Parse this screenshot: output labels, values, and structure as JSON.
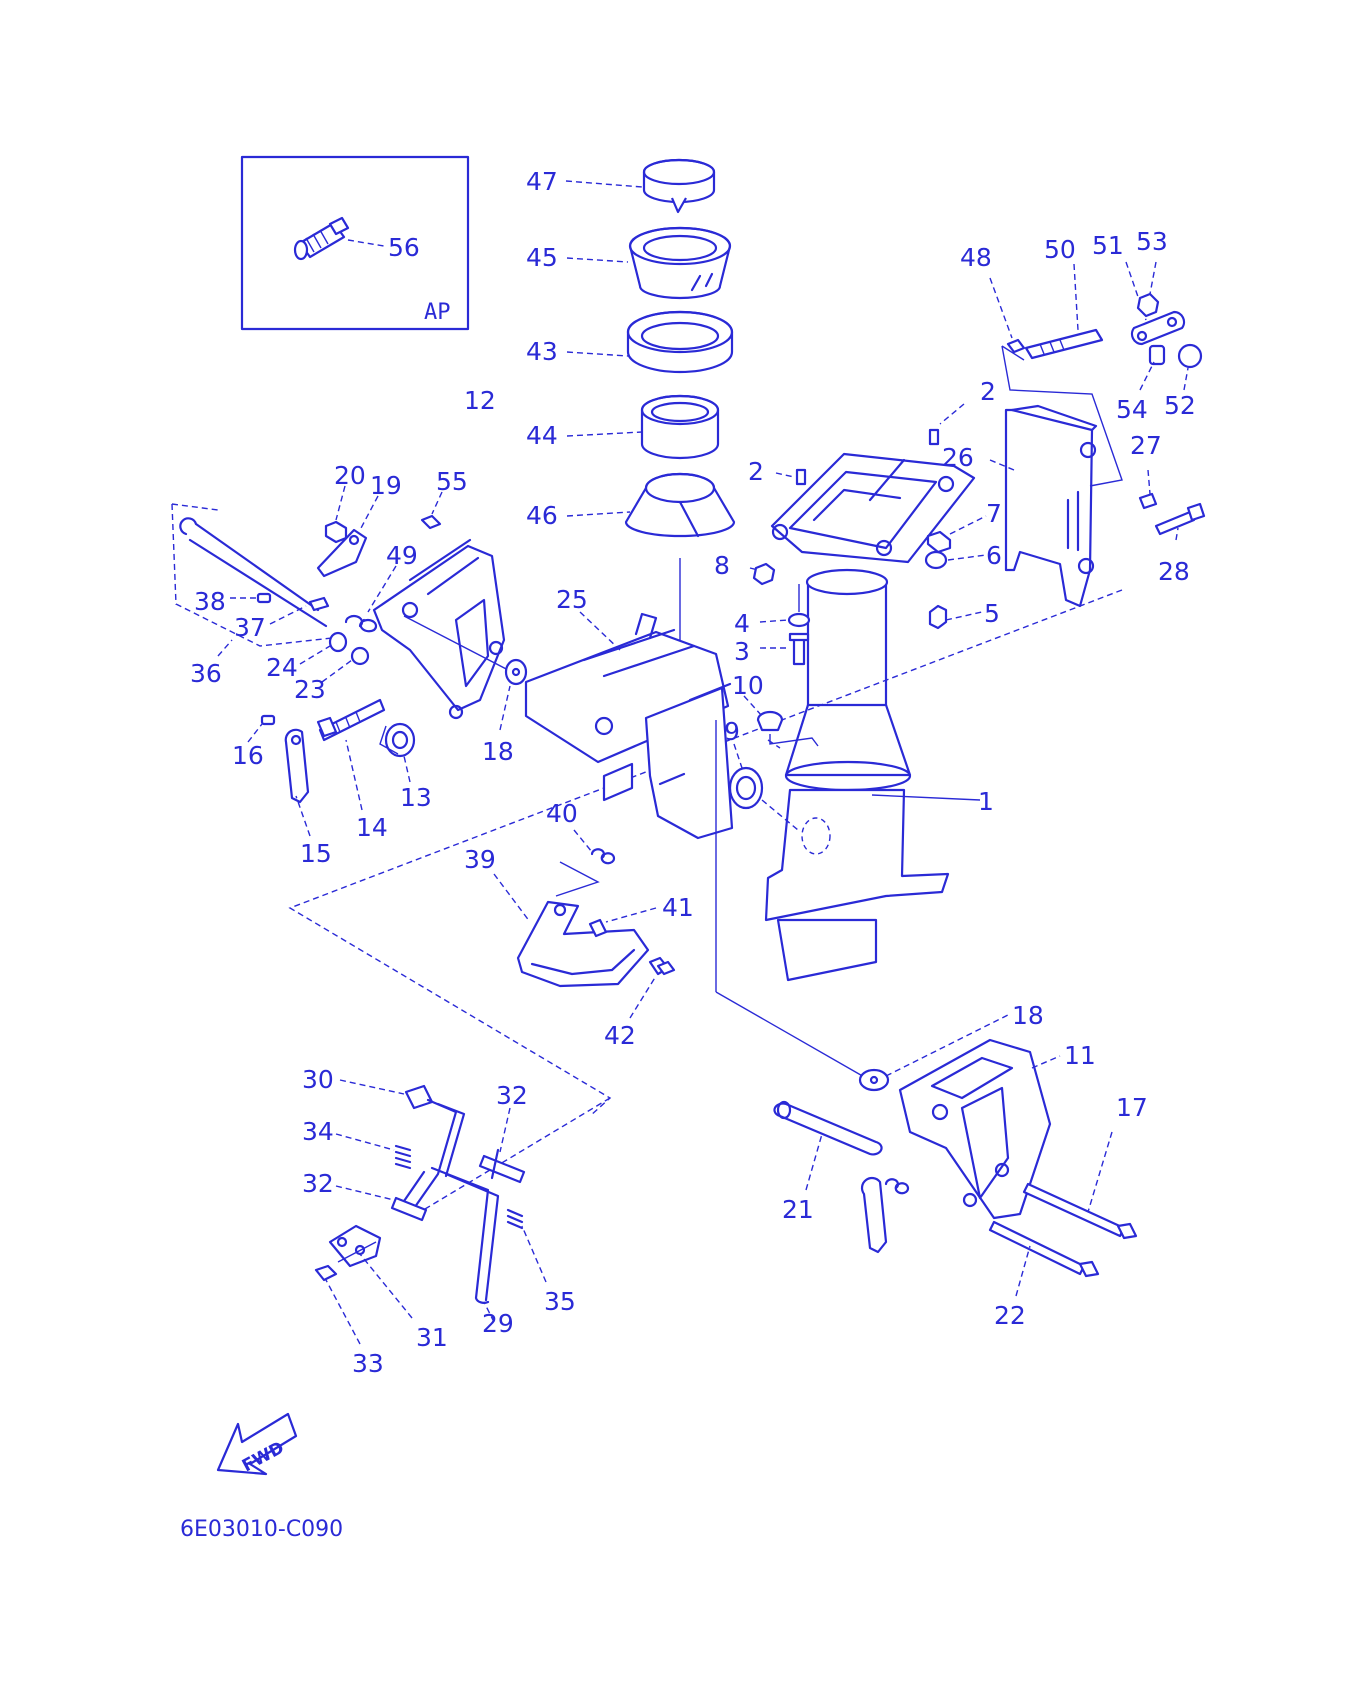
{
  "diagram": {
    "code": "6E03010-C090",
    "inset_tag": "AP",
    "fwd_label": "FWD",
    "accent_color": "#2a2ad6",
    "callouts": [
      {
        "id": "c47",
        "text": "47"
      },
      {
        "id": "c45",
        "text": "45"
      },
      {
        "id": "c43",
        "text": "43"
      },
      {
        "id": "c44",
        "text": "44"
      },
      {
        "id": "c46",
        "text": "46"
      },
      {
        "id": "c56",
        "text": "56"
      },
      {
        "id": "c12",
        "text": "12"
      },
      {
        "id": "c48",
        "text": "48"
      },
      {
        "id": "c50",
        "text": "50"
      },
      {
        "id": "c51",
        "text": "51"
      },
      {
        "id": "c53",
        "text": "53"
      },
      {
        "id": "c54",
        "text": "54"
      },
      {
        "id": "c52",
        "text": "52"
      },
      {
        "id": "c2a",
        "text": "2"
      },
      {
        "id": "c2b",
        "text": "2"
      },
      {
        "id": "c26",
        "text": "26"
      },
      {
        "id": "c27",
        "text": "27"
      },
      {
        "id": "c28",
        "text": "28"
      },
      {
        "id": "c7",
        "text": "7"
      },
      {
        "id": "c6",
        "text": "6"
      },
      {
        "id": "c8",
        "text": "8"
      },
      {
        "id": "c5",
        "text": "5"
      },
      {
        "id": "c4",
        "text": "4"
      },
      {
        "id": "c3",
        "text": "3"
      },
      {
        "id": "c10",
        "text": "10"
      },
      {
        "id": "c9",
        "text": "9"
      },
      {
        "id": "c1",
        "text": "1"
      },
      {
        "id": "c20",
        "text": "20"
      },
      {
        "id": "c19",
        "text": "19"
      },
      {
        "id": "c55",
        "text": "55"
      },
      {
        "id": "c49",
        "text": "49"
      },
      {
        "id": "c38",
        "text": "38"
      },
      {
        "id": "c37",
        "text": "37"
      },
      {
        "id": "c36",
        "text": "36"
      },
      {
        "id": "c24",
        "text": "24"
      },
      {
        "id": "c23",
        "text": "23"
      },
      {
        "id": "c25",
        "text": "25"
      },
      {
        "id": "c18a",
        "text": "18"
      },
      {
        "id": "c16",
        "text": "16"
      },
      {
        "id": "c13",
        "text": "13"
      },
      {
        "id": "c14",
        "text": "14"
      },
      {
        "id": "c15",
        "text": "15"
      },
      {
        "id": "c40",
        "text": "40"
      },
      {
        "id": "c39",
        "text": "39"
      },
      {
        "id": "c41",
        "text": "41"
      },
      {
        "id": "c42",
        "text": "42"
      },
      {
        "id": "c18b",
        "text": "18"
      },
      {
        "id": "c11",
        "text": "11"
      },
      {
        "id": "c17",
        "text": "17"
      },
      {
        "id": "c21",
        "text": "21"
      },
      {
        "id": "c22",
        "text": "22"
      },
      {
        "id": "c30",
        "text": "30"
      },
      {
        "id": "c32a",
        "text": "32"
      },
      {
        "id": "c34",
        "text": "34"
      },
      {
        "id": "c32b",
        "text": "32"
      },
      {
        "id": "c35",
        "text": "35"
      },
      {
        "id": "c31",
        "text": "31"
      },
      {
        "id": "c29",
        "text": "29"
      },
      {
        "id": "c33",
        "text": "33"
      }
    ]
  }
}
